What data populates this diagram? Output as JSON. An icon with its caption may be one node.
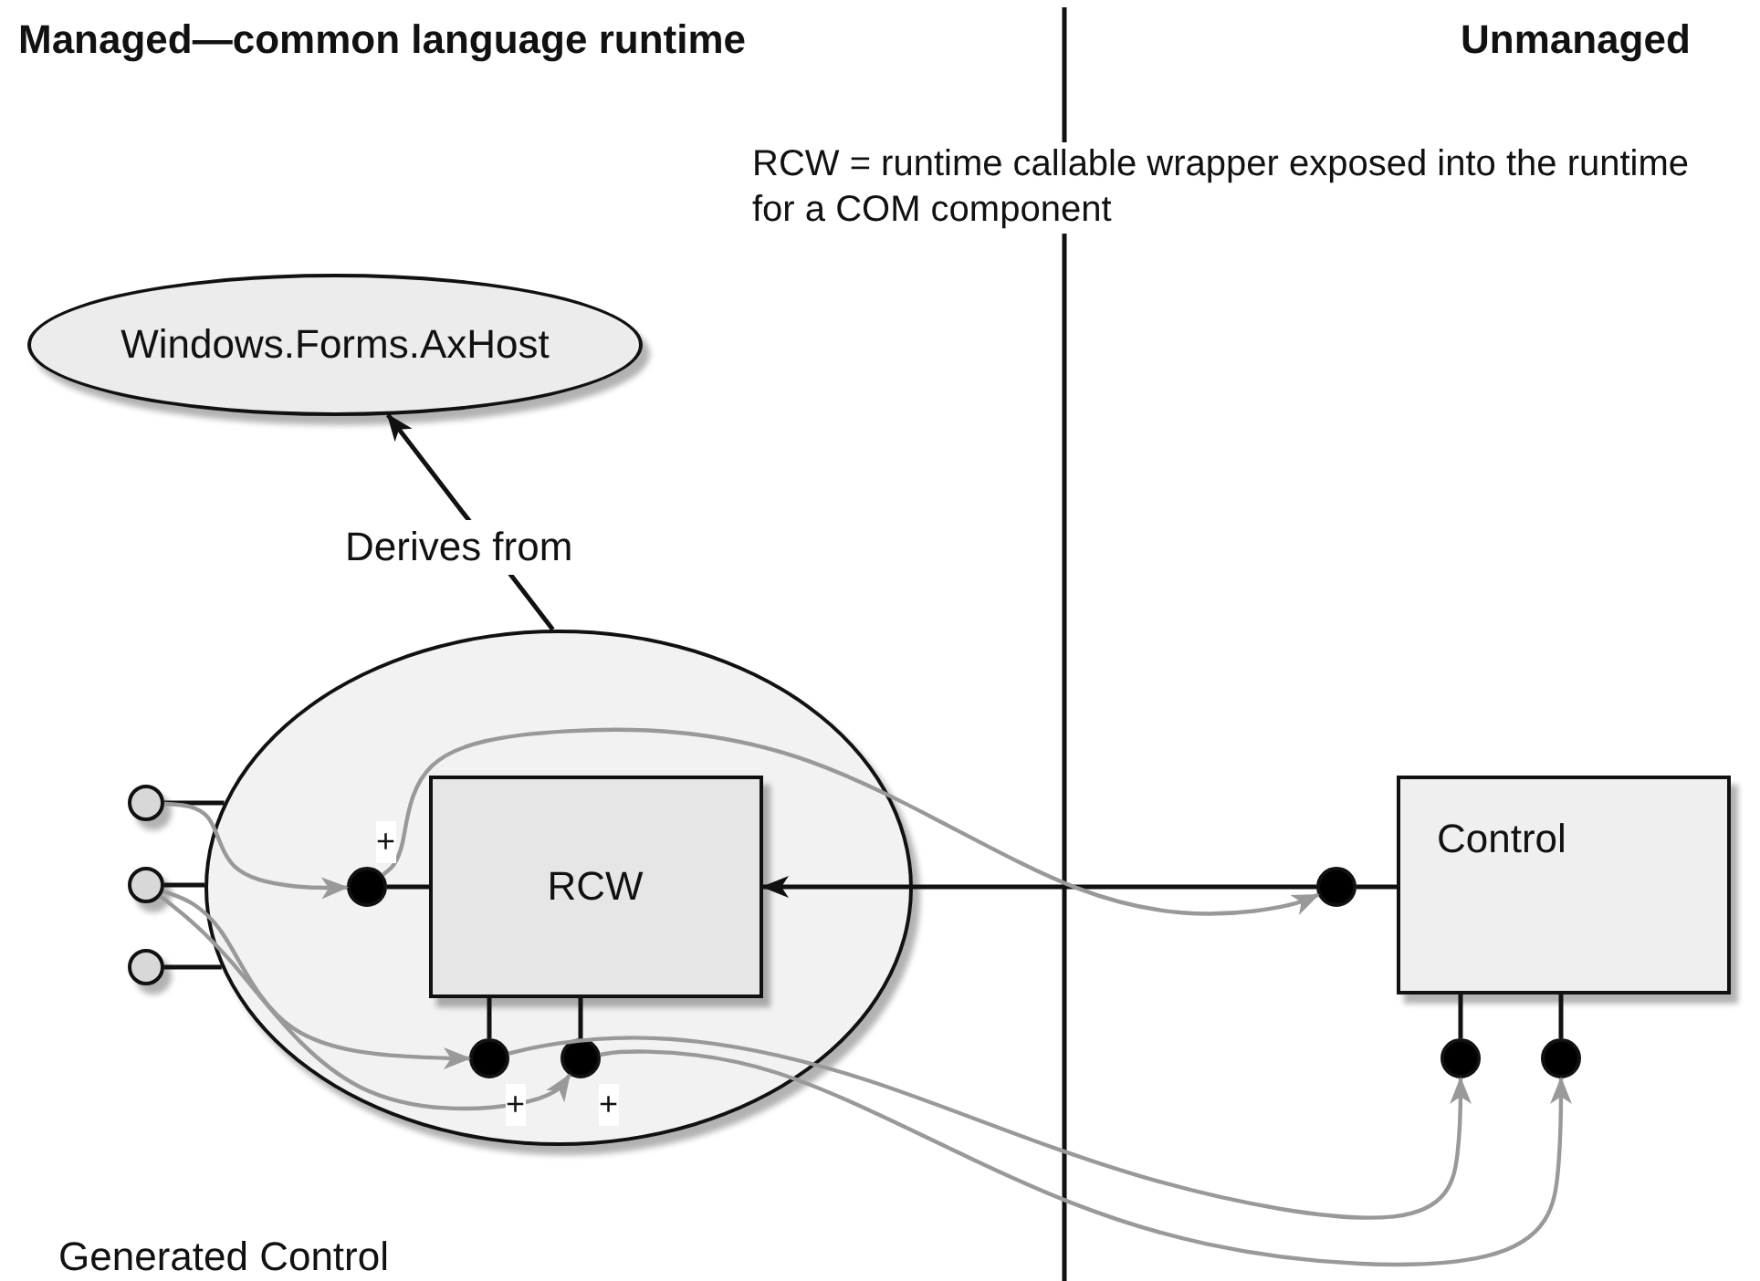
{
  "diagram": {
    "nodes": [
      {
        "text": [
          "Windows.Forms.AxHost"
        ]
      },
      {
        "text": [],
        "shape": "circle",
        "beside": [
          "Generated Control"
        ]
      },
      {
        "text": [
          "RCW"
        ],
        "in": 1
      },
      {
        "text": [
          "Control"
        ]
      },
      {
        "text": [],
        "shape": "circle"
      },
      {
        "text": [],
        "shape": "circle"
      },
      {
        "text": [],
        "shape": "circle"
      },
      {
        "text": [],
        "shape": "circle",
        "in": 1
      },
      {
        "text": [],
        "shape": "circle",
        "in": 1
      },
      {
        "text": [],
        "shape": "circle",
        "in": 1
      },
      {
        "text": [],
        "shape": "circle"
      },
      {
        "text": [],
        "shape": "circle"
      },
      {
        "text": [],
        "shape": "circle"
      }
    ],
    "edges": [
      {
        "from": 1,
        "to": 0,
        "arrow": "to",
        "label": "Derives from"
      },
      {
        "from": 4,
        "to": 1,
        "arrow": "none"
      },
      {
        "from": 5,
        "to": 1,
        "arrow": "none"
      },
      {
        "from": 6,
        "to": 1,
        "arrow": "none"
      },
      {
        "from": 7,
        "to": 2,
        "arrow": "none"
      },
      {
        "from": 8,
        "to": 2,
        "arrow": "none"
      },
      {
        "from": 9,
        "to": 2,
        "arrow": "none"
      },
      {
        "from": 10,
        "to": 3,
        "arrow": "none"
      },
      {
        "from": 11,
        "to": 3,
        "arrow": "none"
      },
      {
        "from": 12,
        "to": 3,
        "arrow": "none"
      },
      {
        "from": 10,
        "to": 2,
        "arrow": "to"
      },
      {
        "from": 4,
        "to": 7,
        "arrow": "to",
        "color": "#999999"
      },
      {
        "from": 5,
        "to": 8,
        "arrow": "to",
        "color": "#999999"
      },
      {
        "from": 5,
        "to": 9,
        "arrow": "to",
        "color": "#999999"
      },
      {
        "from": 7,
        "to": 10,
        "arrow": "to",
        "color": "#999999"
      },
      {
        "from": 8,
        "to": 11,
        "arrow": "to",
        "color": "#999999"
      },
      {
        "from": 9,
        "to": 12,
        "arrow": "to",
        "color": "#999999"
      }
    ],
    "labels": [
      "Managed—common language runtime",
      "Unmanaged",
      "RCW = runtime callable wrapper exposed into the runtime for a COM component",
      "+",
      "+",
      "+"
    ]
  }
}
